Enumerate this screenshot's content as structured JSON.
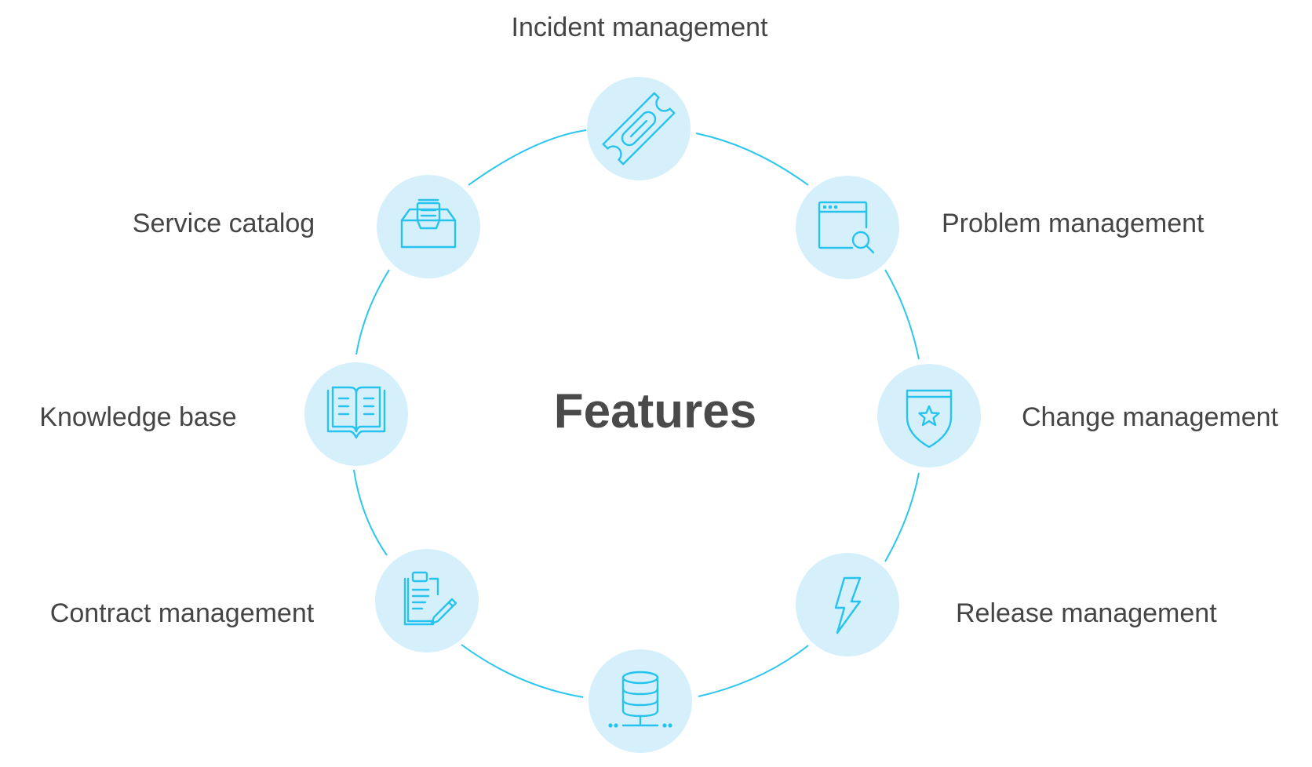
{
  "diagram": {
    "center_title": "Features",
    "ring_color": "#2cc6ee",
    "node_fill": "#d5f0fb",
    "icon_color": "#27c3ee",
    "text_color": "#454545",
    "nodes": [
      {
        "label": "Incident management",
        "icon": "ticket-icon"
      },
      {
        "label": "Problem management",
        "icon": "browser-search-icon"
      },
      {
        "label": "Change management",
        "icon": "shield-star-icon"
      },
      {
        "label": "Release management",
        "icon": "lightning-icon"
      },
      {
        "label": "",
        "icon": "database-network-icon"
      },
      {
        "label": "Contract management",
        "icon": "clipboard-pencil-icon"
      },
      {
        "label": "Knowledge base",
        "icon": "open-book-icon"
      },
      {
        "label": "Service catalog",
        "icon": "inbox-tray-icon"
      }
    ]
  }
}
